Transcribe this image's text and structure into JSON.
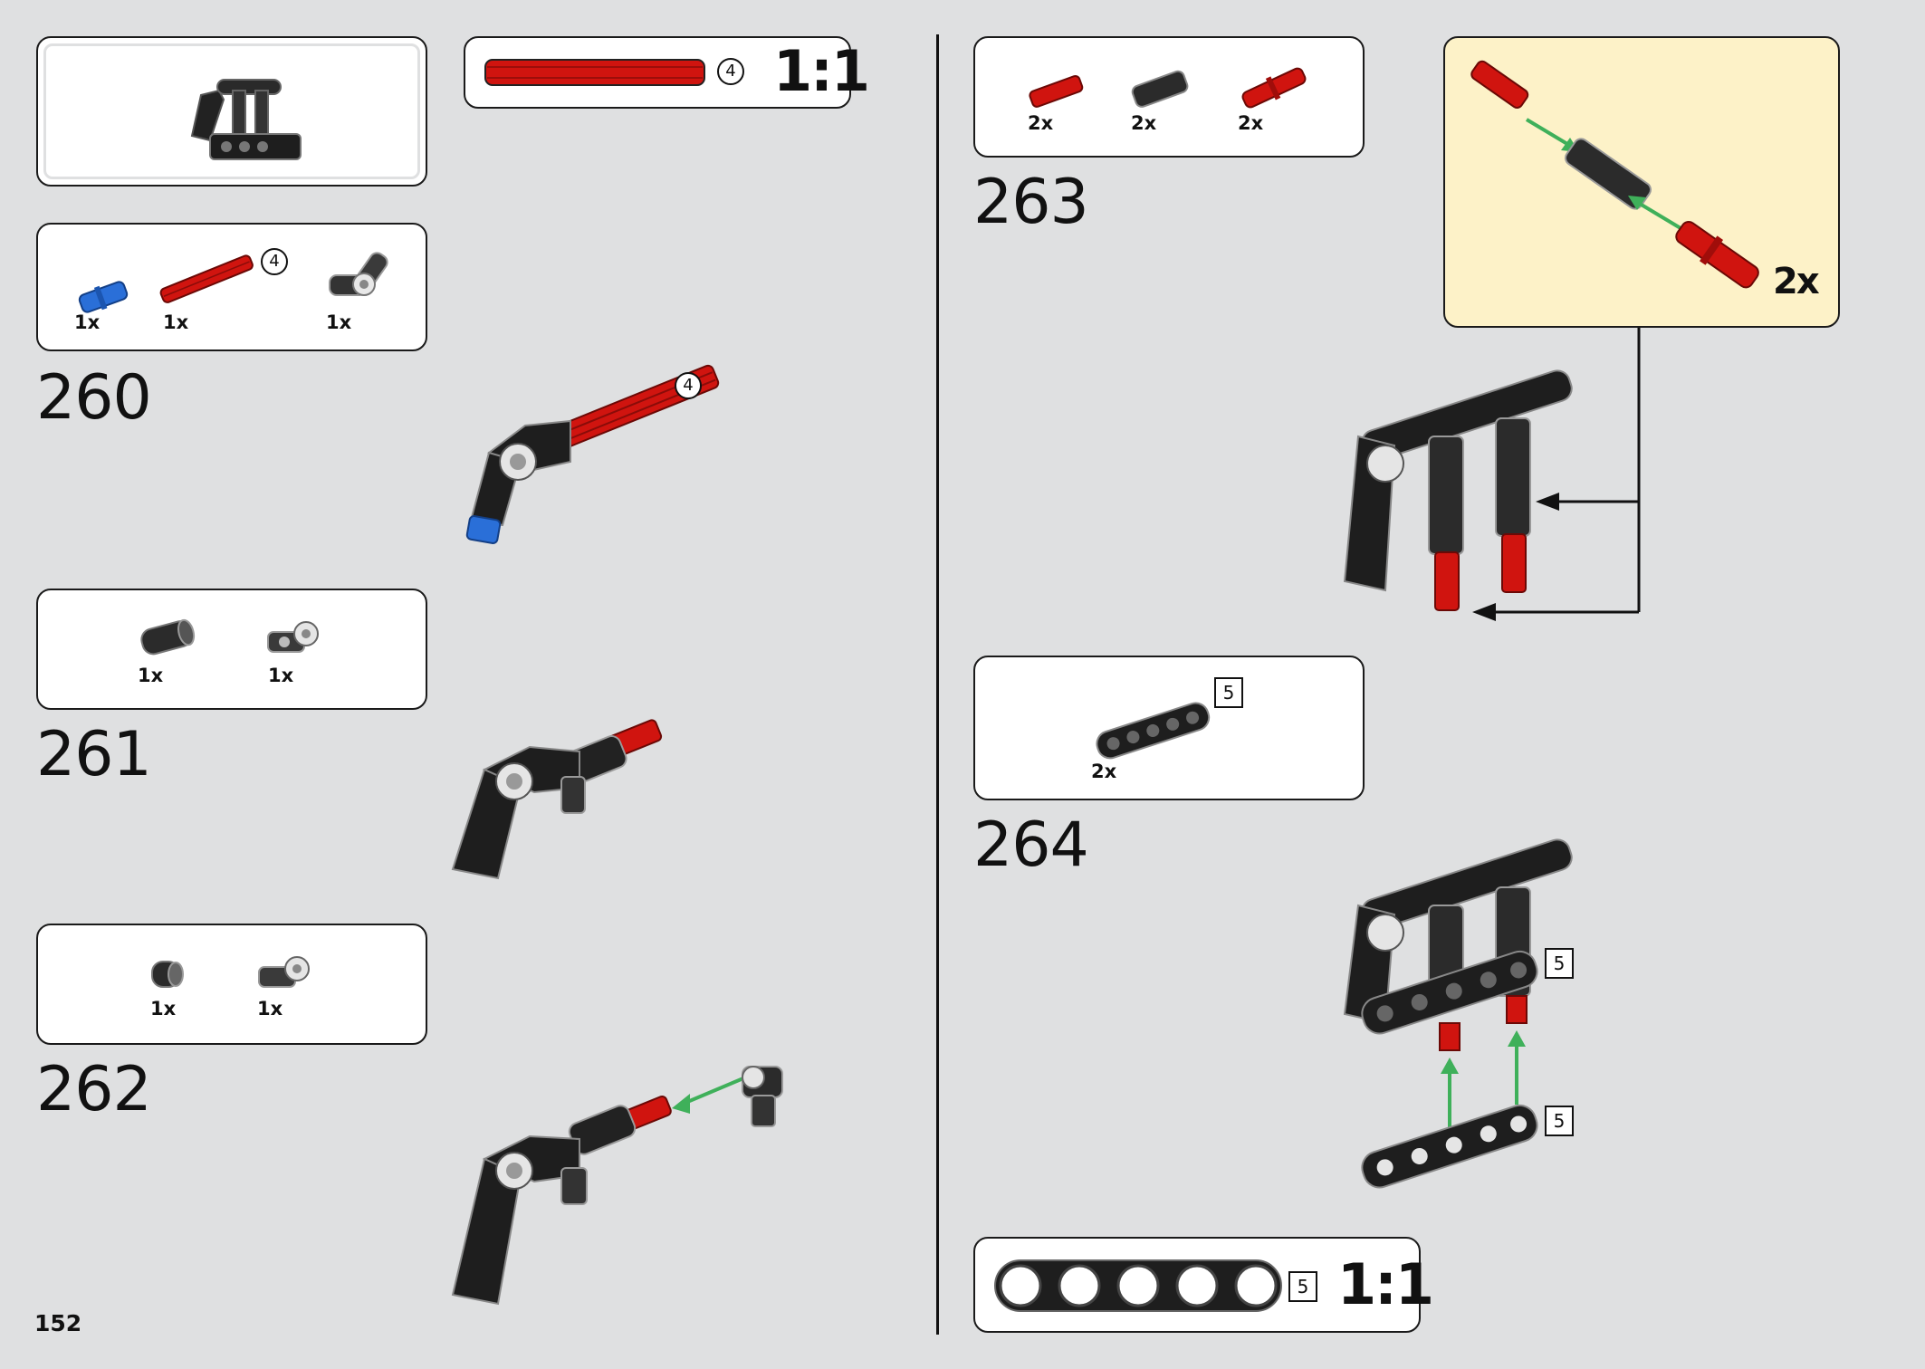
{
  "page": {
    "number": "152"
  },
  "scale_boxes": [
    {
      "ref": "4",
      "label": "1:1"
    },
    {
      "ref": "5",
      "label": "1:1"
    }
  ],
  "steps": [
    {
      "number": "260",
      "parts": [
        {
          "qty": "1x",
          "color": "#2a6fd8"
        },
        {
          "qty": "1x",
          "color": "#d0140f",
          "ref": "4"
        },
        {
          "qty": "1x",
          "color": "#3a3a3a"
        }
      ],
      "callout": "4"
    },
    {
      "number": "261",
      "parts": [
        {
          "qty": "1x",
          "color": "#2b2b2b"
        },
        {
          "qty": "1x",
          "color": "#3a3a3a"
        }
      ]
    },
    {
      "number": "262",
      "parts": [
        {
          "qty": "1x",
          "color": "#2b2b2b"
        },
        {
          "qty": "1x",
          "color": "#3a3a3a"
        }
      ]
    },
    {
      "number": "263",
      "parts": [
        {
          "qty": "2x",
          "color": "#d0140f"
        },
        {
          "qty": "2x",
          "color": "#2b2b2b"
        },
        {
          "qty": "2x",
          "color": "#d0140f"
        }
      ],
      "subassembly_count": "2x"
    },
    {
      "number": "264",
      "parts": [
        {
          "qty": "2x",
          "color": "#1a1a1a",
          "ref": "5"
        }
      ],
      "callouts": [
        "5",
        "5"
      ]
    }
  ],
  "colors": {
    "background": "#dfe0e1",
    "subassembly_bg": "#fdf2c8",
    "arrow_green": "#3fb05a",
    "red": "#d0140f",
    "black_part": "#1e1e1e",
    "blue": "#2a6fd8"
  }
}
